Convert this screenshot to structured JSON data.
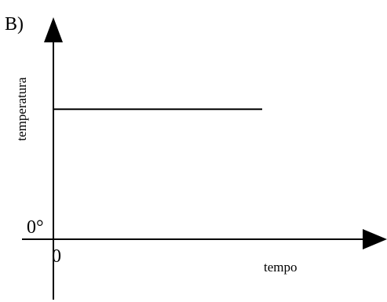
{
  "chart_data": {
    "type": "line",
    "title": "",
    "panel_label": "B)",
    "xlabel": "tempo",
    "ylabel": "temperatura",
    "x_origin_label": "0",
    "y_origin_label": "0°",
    "axis_color": "#000000",
    "line_color": "#000000",
    "grid": false,
    "xlim": [
      0,
      10
    ],
    "ylim": [
      0,
      10
    ],
    "series": [
      {
        "x": [
          0,
          7.0
        ],
        "y": [
          6.5,
          6.5
        ]
      }
    ]
  }
}
